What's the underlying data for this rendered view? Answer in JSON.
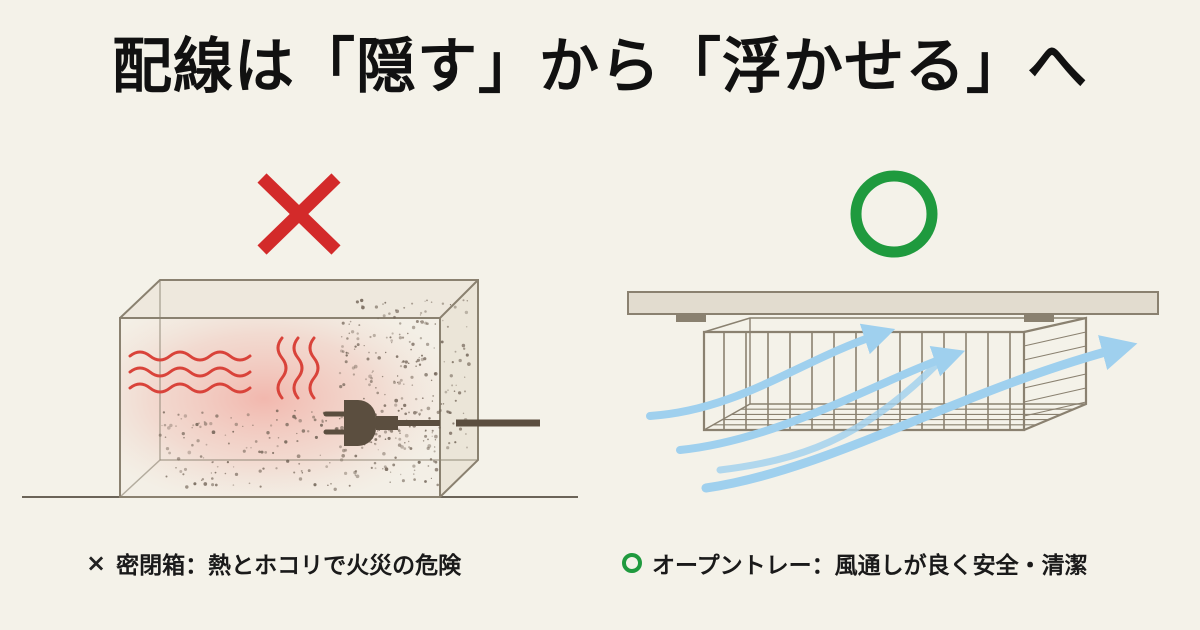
{
  "title": "配線は「隠す」から「浮かせる」へ",
  "left_panel": {
    "mark": "×",
    "caption": "密閉箱：熱とホコリで火災の危険",
    "mark_color": "#d32a2a"
  },
  "right_panel": {
    "mark": "○",
    "caption": "オープントレー：風通しが良く安全・清潔",
    "mark_color": "#1f9a3e",
    "airflow_color": "#9fd0ee"
  }
}
